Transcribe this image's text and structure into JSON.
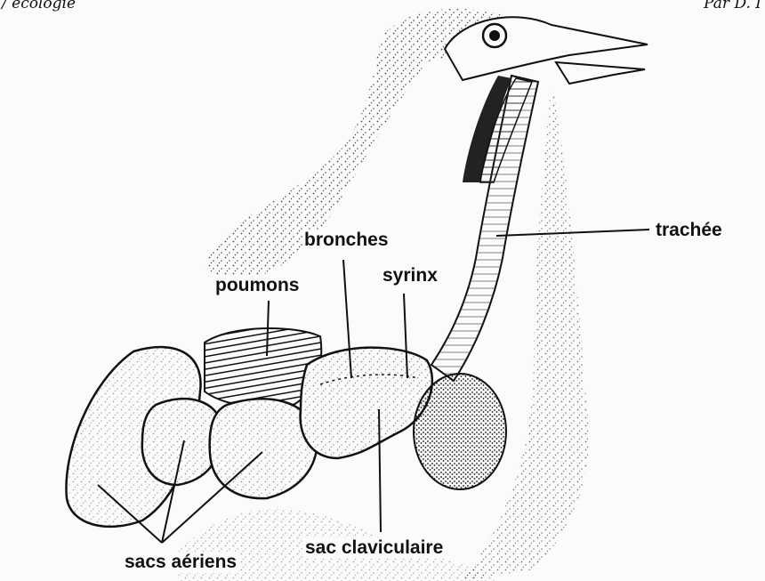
{
  "header": {
    "left_text": "/ écologie",
    "right_text": "Par D. I"
  },
  "labels": {
    "trachee": "trachée",
    "bronches": "bronches",
    "syrinx": "syrinx",
    "poumons": "poumons",
    "sac_claviculaire": "sac claviculaire",
    "sacs_aeriens": "sacs aériens"
  },
  "colors": {
    "ink": "#111111",
    "paper": "#fbfbf9"
  }
}
